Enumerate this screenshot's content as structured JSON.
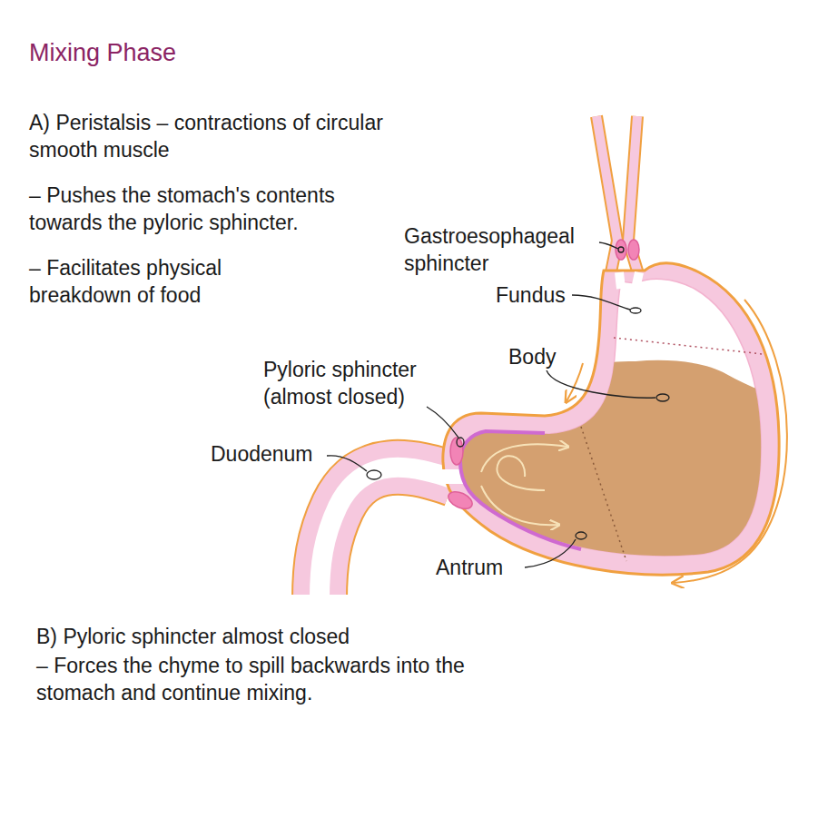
{
  "diagram": {
    "title": "Mixing Phase",
    "labels": [
      "A) Peristalsis – contractions of circular smooth muscle",
      "– Pushes the stomach's contents towards the pyloric sphincter.",
      "– Facilitates physical breakdown of food",
      "Gastroesophageal sphincter",
      "Fundus",
      "Body",
      "Pyloric sphincter (almost closed)",
      "Duodenum",
      "Antrum",
      "B) Pyloric sphincter almost closed",
      "– Forces the chyme to spill backwards into the stomach and continue mixing."
    ]
  }
}
